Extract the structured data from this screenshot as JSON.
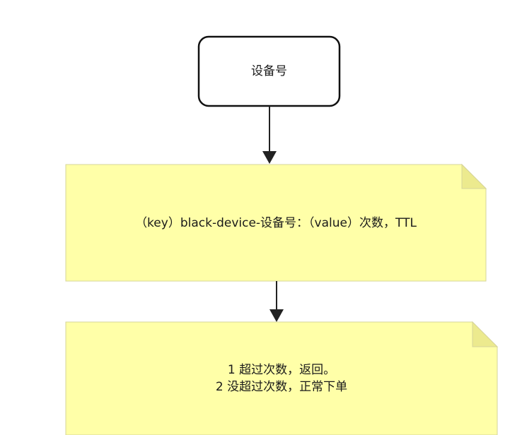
{
  "diagram": {
    "start_node": {
      "text": "设备号"
    },
    "note_1": {
      "text": "（key）black-device-设备号：（value）次数，TTL"
    },
    "note_2": {
      "lines": [
        "1 超过次数，返回。",
        "2 没超过次数，正常下单"
      ]
    }
  },
  "colors": {
    "note_fill": "#ffffa8",
    "note_stroke": "#d6d49a",
    "node_stroke": "#111111",
    "arrow": "#222222"
  }
}
